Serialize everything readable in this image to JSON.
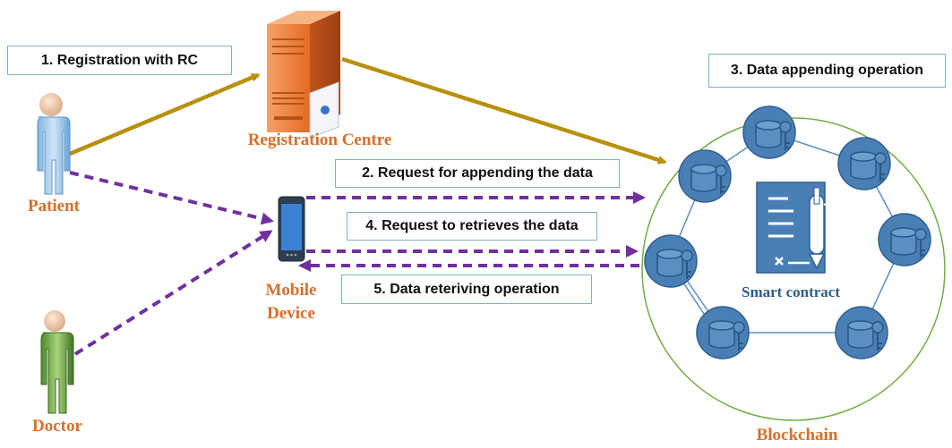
{
  "steps": {
    "step1": "1. Registration with RC",
    "step2": "2. Request for appending the data",
    "step3": "3. Data appending  operation",
    "step4": "4. Request to retrieves the data",
    "step5": "5. Data reteriving operation"
  },
  "actors": {
    "patient": "Patient",
    "doctor": "Doctor",
    "registration_centre": "Registration Centre",
    "mobile_device_line1": "Mobile",
    "mobile_device_line2": "Device",
    "blockchain": "Blockchain",
    "smart_contract": "Smart contract"
  },
  "colors": {
    "solid_arrow": "#b8900c",
    "dashed_arrow": "#7030a0",
    "label_orange": "#d86f2a",
    "node_blue": "#4a7fb5",
    "ring_green": "#70ad47"
  },
  "icons": [
    "person-icon",
    "server-icon",
    "smartphone-icon",
    "database-key-icon",
    "contract-document-icon"
  ]
}
